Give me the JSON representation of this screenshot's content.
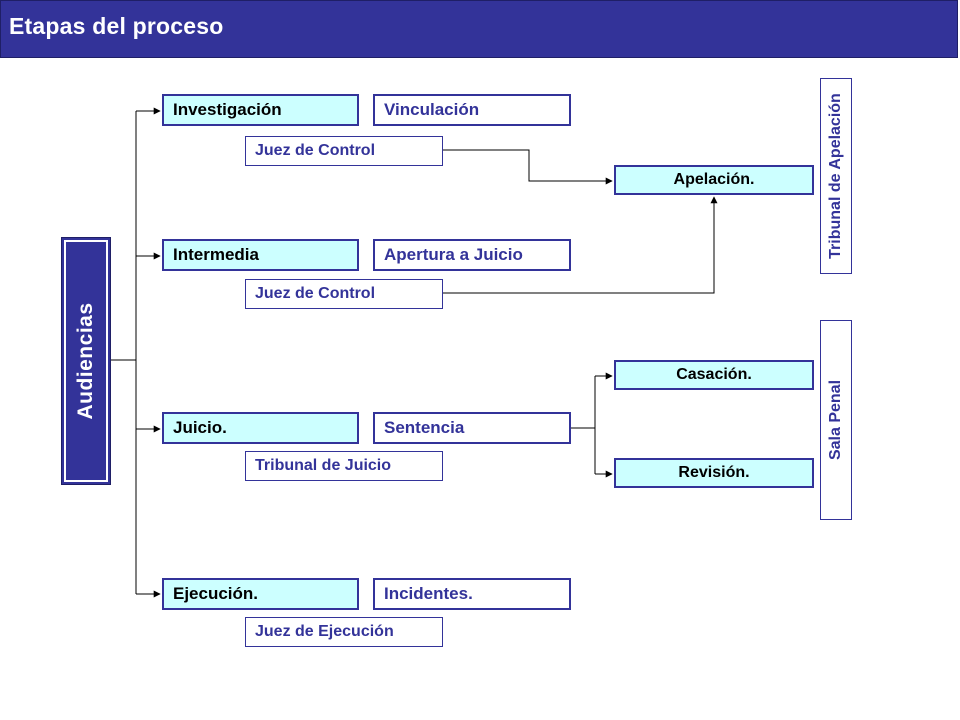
{
  "header": {
    "title": "Etapas del proceso"
  },
  "root": {
    "label": "Audiencias"
  },
  "stages": {
    "investigacion": {
      "label": "Investigación",
      "result": "Vinculación",
      "authority": "Juez de Control"
    },
    "intermedia": {
      "label": "Intermedia",
      "result": "Apertura a Juicio",
      "authority": "Juez de Control"
    },
    "juicio": {
      "label": "Juicio.",
      "result": "Sentencia",
      "authority": "Tribunal de Juicio"
    },
    "ejecucion": {
      "label": "Ejecución.",
      "result": "Incidentes.",
      "authority": "Juez de Ejecución"
    }
  },
  "remedies": {
    "apelacion": "Apelación.",
    "casacion": "Casación.",
    "revision": "Revisión."
  },
  "courts": {
    "tribunal_apelacion": "Tribunal de Apelación",
    "sala_penal": "Sala Penal"
  },
  "colors": {
    "header_bg": "#333399",
    "stage_fill": "#ccffff",
    "border": "#333399",
    "text_blue": "#333399"
  }
}
